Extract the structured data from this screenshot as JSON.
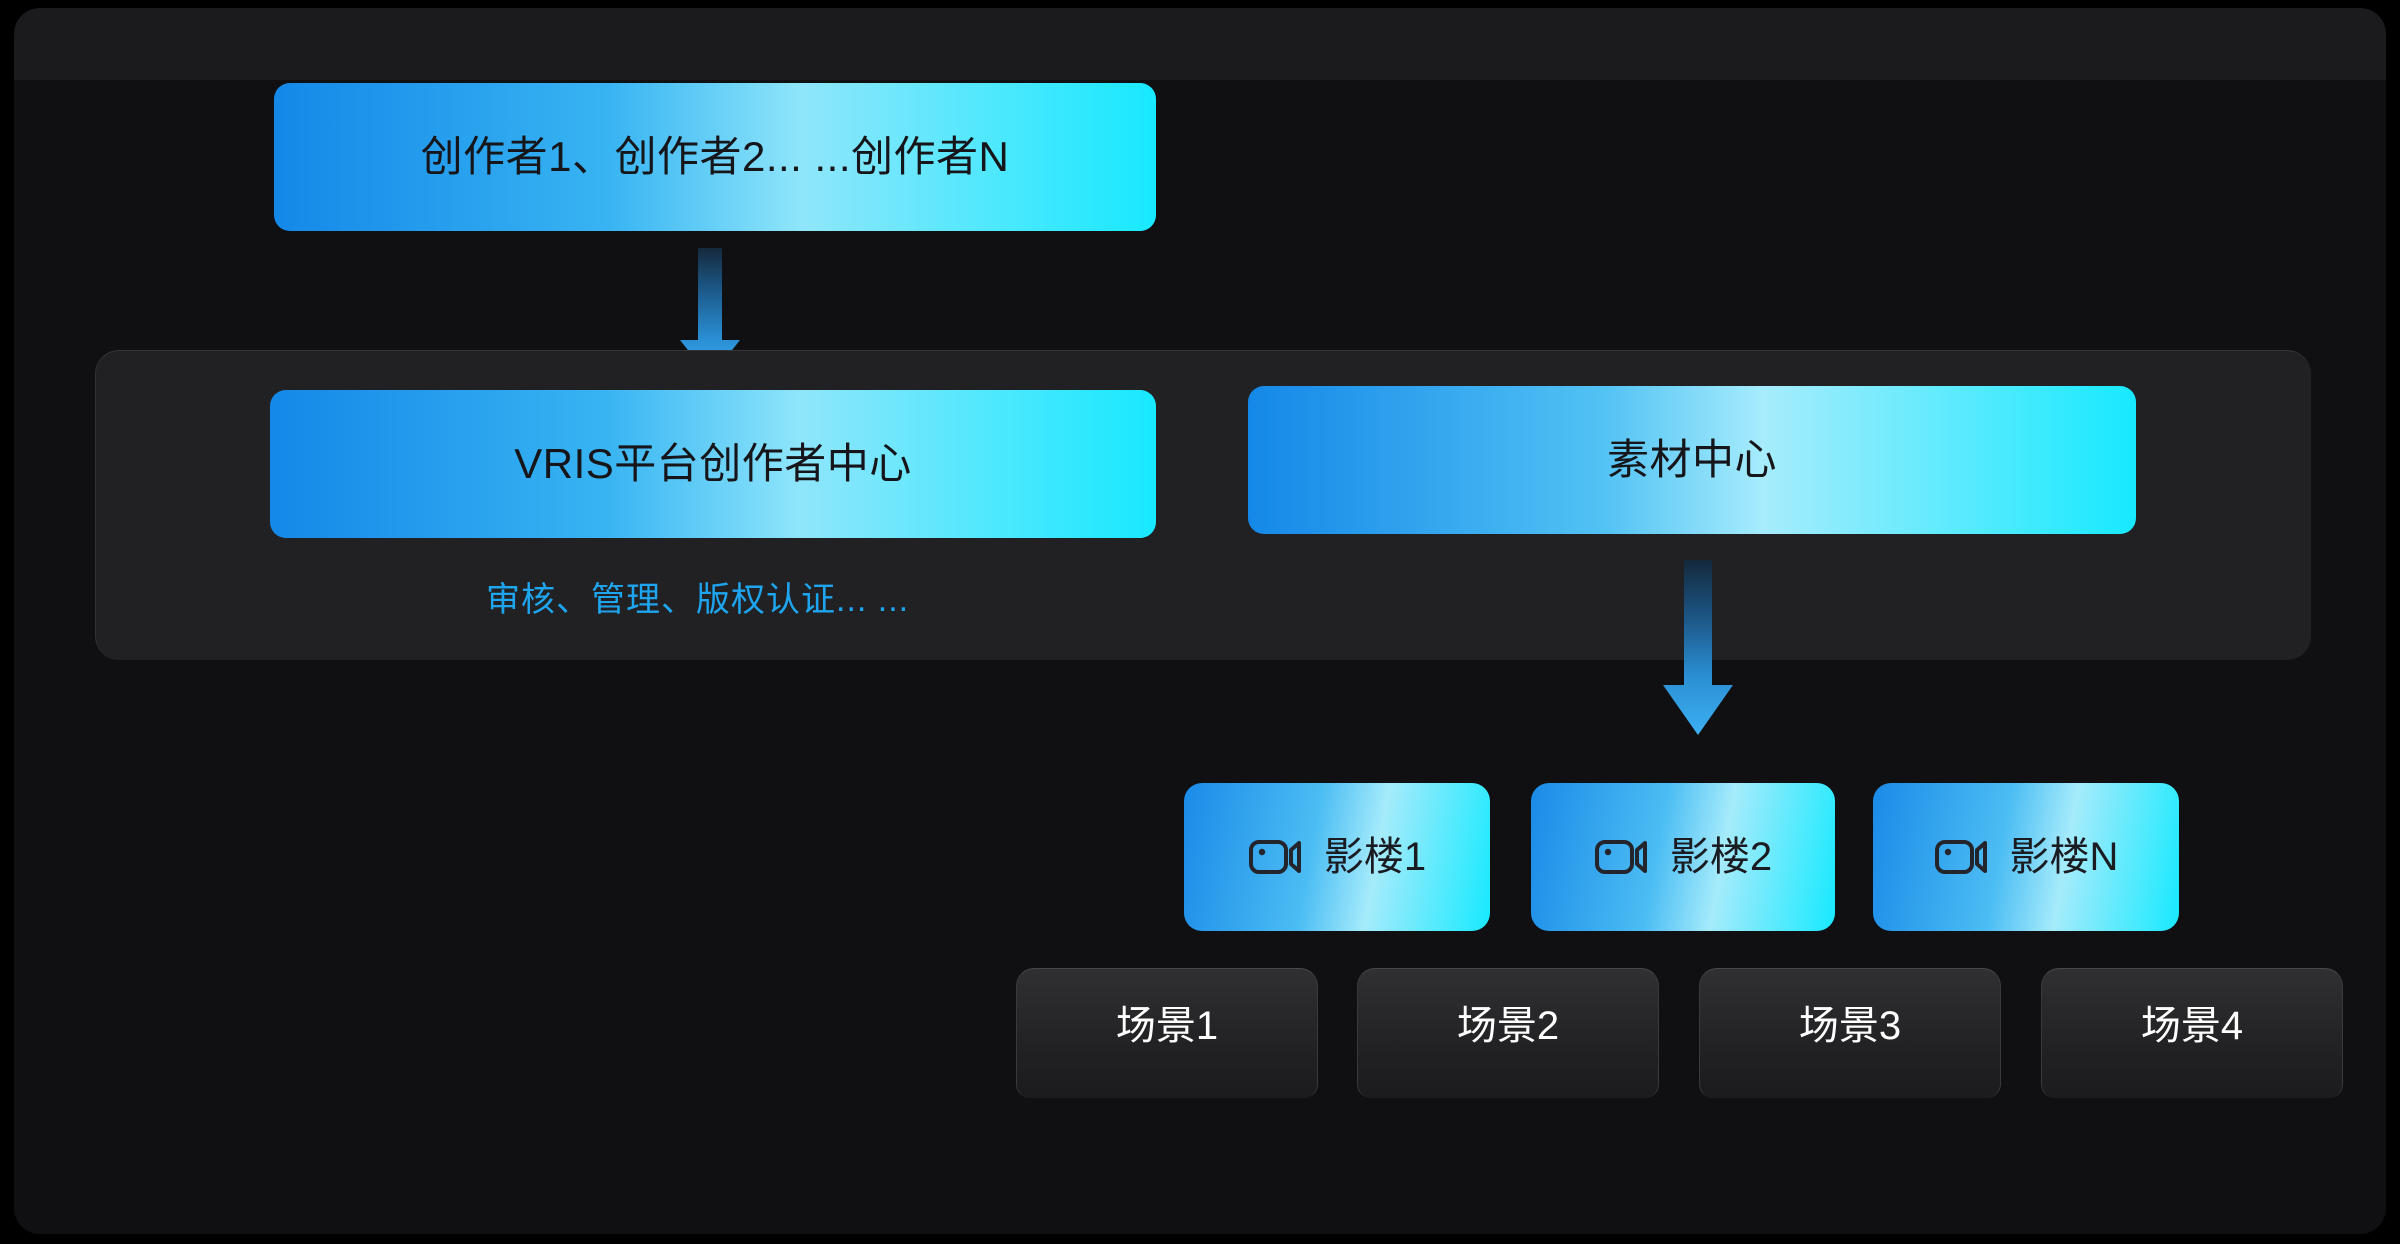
{
  "diagram": {
    "title_boxes": {
      "creators": "创作者1、创作者2... ...创作者N",
      "vris_center": "VRIS平台创作者中心",
      "material_center": "素材中心"
    },
    "caption": "审核、管理、版权认证... ...",
    "studios": [
      {
        "label": "影楼1",
        "icon": "video-camera-icon"
      },
      {
        "label": "影楼2",
        "icon": "video-camera-icon"
      },
      {
        "label": "影楼N",
        "icon": "video-camera-icon"
      }
    ],
    "scenes": [
      {
        "label": "场景1"
      },
      {
        "label": "场景2"
      },
      {
        "label": "场景3"
      },
      {
        "label": "场景4"
      }
    ],
    "arrows": [
      {
        "name": "creators-to-vris",
        "direction": "down"
      },
      {
        "name": "material-to-studios",
        "direction": "down"
      }
    ],
    "colors": {
      "gradient_start": "#1488e8",
      "gradient_mid": "#8fe6fb",
      "gradient_end": "#17e9ff",
      "caption_text": "#1ea5f0",
      "arrow_top": "#163147",
      "arrow_bottom": "#2d9fe6",
      "panel_background": "#212123",
      "outer_background": "#111113",
      "scene_text": "#ffffff",
      "box_text": "#15151a"
    }
  }
}
